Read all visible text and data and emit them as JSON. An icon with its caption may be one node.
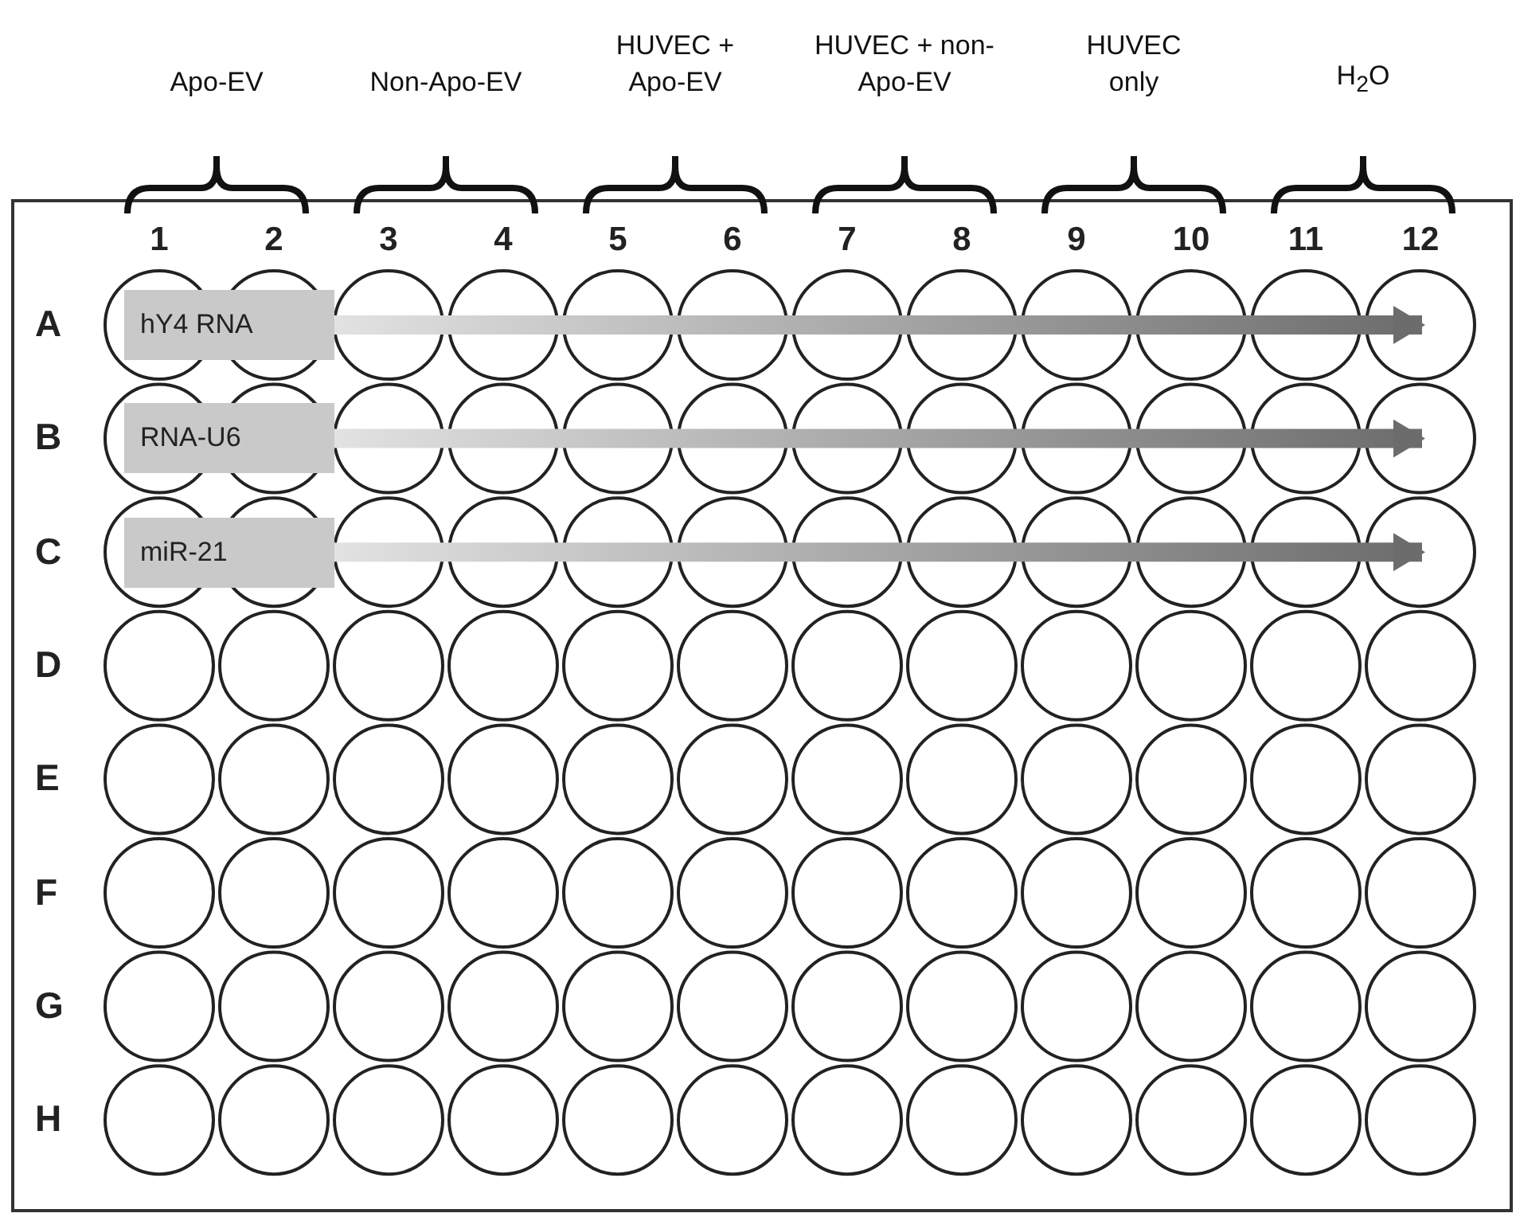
{
  "diagram": {
    "nodes": [
      {
        "text": [
          "hY4 RNA"
        ]
      },
      {
        "text": [
          "RNA-U6"
        ]
      },
      {
        "text": [
          "miR-21"
        ]
      }
    ],
    "edges": [
      {
        "from": 0,
        "to": null,
        "arrow": "to"
      },
      {
        "from": 1,
        "to": null,
        "arrow": "to"
      },
      {
        "from": 2,
        "to": null,
        "arrow": "to"
      }
    ],
    "labels": [
      "Apo-EV",
      "Non-Apo-EV",
      "HUVEC + Apo-EV",
      "HUVEC + non-Apo-EV",
      "HUVEC only",
      "H$_{2}$O",
      "1",
      "2",
      "3",
      "4",
      "5",
      "6",
      "7",
      "8",
      "9",
      "10",
      "11",
      "12",
      "A",
      "B",
      "C",
      "D",
      "E",
      "F",
      "G",
      "H"
    ]
  }
}
